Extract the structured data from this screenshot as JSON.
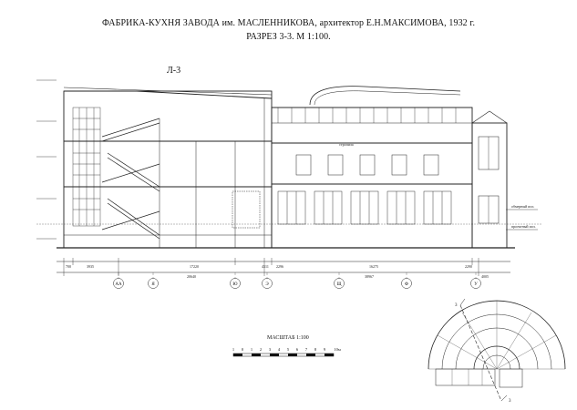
{
  "header": {
    "title": "ФАБРИКА-КУХНЯ ЗАВОДА им. МАСЛЕННИКОВА, архитектор Е.Н.МАКСИМОВА, 1932 г.",
    "subtitle": "РАЗРЕЗ 3-3. М 1:100."
  },
  "sheet_label": "Л-3",
  "annotations": {
    "stropila": "стропила",
    "floor_level": "обмерный исп.",
    "design_level": "проектный исп."
  },
  "axes": [
    "АА",
    "Я",
    "Ю",
    "Э",
    "Щ",
    "Ф",
    "У"
  ],
  "dims_top": [
    "700",
    "3935",
    "17220",
    "4311",
    "2296",
    "16275",
    "2290"
  ],
  "dims_bottom": [
    "20640",
    "38967",
    "4005"
  ],
  "scale": {
    "title": "МАСШТАБ 1:100",
    "ticks": [
      "1",
      "0",
      "1",
      "2",
      "3",
      "4",
      "5",
      "6",
      "7",
      "8",
      "9",
      "10м"
    ]
  },
  "plan_marker": "3"
}
